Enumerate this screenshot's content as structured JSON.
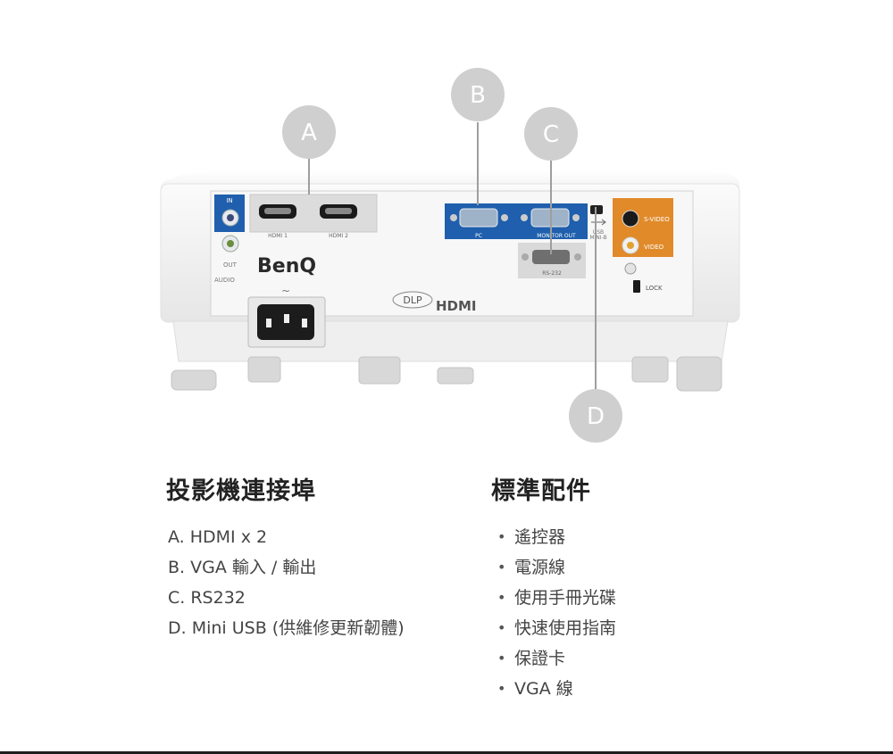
{
  "callouts": {
    "a": "A",
    "b": "B",
    "c": "C",
    "d": "D"
  },
  "panel": {
    "in_label": "IN",
    "out_label": "OUT",
    "audio_label": "AUDIO",
    "hdmi1_label": "HDMI 1",
    "hdmi2_label": "HDMI 2",
    "brand": "BenQ",
    "pc_label": "PC",
    "monitor_out_label": "MONITOR OUT",
    "rs232_label": "RS-232",
    "usb_label": "USB",
    "mini_b_label": "MINI-B",
    "svideo_label": "S-VIDEO",
    "video_label": "VIDEO",
    "lock_label": "LOCK",
    "dlp_label": "DLP",
    "hdmi_logo": "HDMI",
    "ac_symbol": "~"
  },
  "ports_section": {
    "title": "投影機連接埠",
    "items": [
      "A. HDMI x 2",
      "B. VGA 輸入 / 輸出",
      "C. RS232",
      "D. Mini USB (供維修更新韌體)"
    ]
  },
  "accessories_section": {
    "title": "標準配件",
    "bullet": "•",
    "items": [
      "遙控器",
      "電源線",
      "使用手冊光碟",
      "快速使用指南",
      "保證卡",
      "VGA 線"
    ]
  },
  "colors": {
    "callout_circle": "#cfcfcf",
    "port_blue": "#1f5fad",
    "video_orange": "#e08a2a",
    "body_white": "#f4f4f4"
  }
}
